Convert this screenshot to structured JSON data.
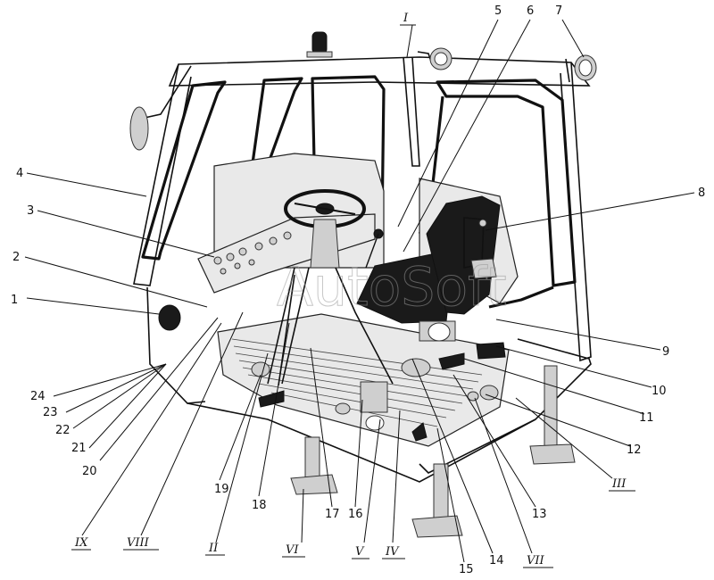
{
  "watermark": "AutoSoft",
  "callouts": {
    "n1": "1",
    "n2": "2",
    "n3": "3",
    "n4": "4",
    "n5": "5",
    "n6": "6",
    "n7": "7",
    "n8": "8",
    "n9": "9",
    "n10": "10",
    "n11": "11",
    "n12": "12",
    "n13": "13",
    "n14": "14",
    "n15": "15",
    "n16": "16",
    "n17": "17",
    "n18": "18",
    "n19": "19",
    "n20": "20",
    "n21": "21",
    "n22": "22",
    "n23": "23",
    "n24": "24",
    "rI": "I",
    "rII": "II",
    "rIII": "III",
    "rIV": "IV",
    "rV": "V",
    "rVI": "VI",
    "rVII": "VII",
    "rVIII": "VIII",
    "rIX": "IX"
  }
}
